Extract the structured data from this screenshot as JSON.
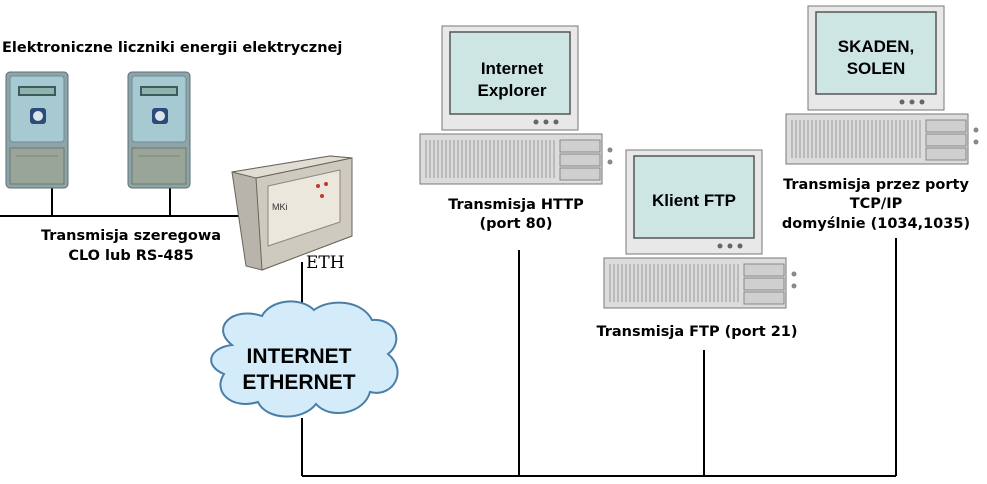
{
  "title": "Elektroniczne liczniki energii elektrycznej",
  "serial": {
    "line1": "Transmisja szeregowa",
    "line2": "CLO lub RS-485"
  },
  "eth_label": "ETH",
  "device_label": "MKi",
  "cloud": {
    "line1": "INTERNET",
    "line2": "ETHERNET"
  },
  "computers": {
    "browser": {
      "screen_line1": "Internet",
      "screen_line2": "Explorer",
      "caption_line1": "Transmisja HTTP",
      "caption_line2": "(port 80)"
    },
    "ftp": {
      "screen_line1": "Klient FTP",
      "caption": "Transmisja FTP (port 21)"
    },
    "skaden": {
      "screen_line1": "SKADEN,",
      "screen_line2": "SOLEN",
      "caption_line1": "Transmisja przez porty",
      "caption_line2": "TCP/IP",
      "caption_line3": "domyślnie (1034,1035)"
    }
  },
  "colors": {
    "screen": "#cde6e4",
    "case": "#dcdcdc",
    "cloud": "#d4ecfa",
    "meter": "#a7c9d2"
  }
}
